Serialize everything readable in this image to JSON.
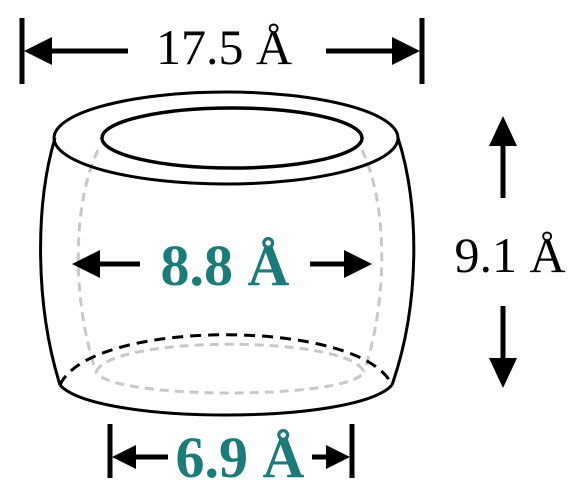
{
  "labels": {
    "outer_diameter": "17.5 Å",
    "height": "9.1 Å",
    "cavity_diameter": "8.8 Å",
    "portal_diameter": "6.9 Å"
  },
  "colors": {
    "ink": "#000000",
    "accent": "#1b7b78",
    "hidden_edge": "#c8c8c8"
  }
}
